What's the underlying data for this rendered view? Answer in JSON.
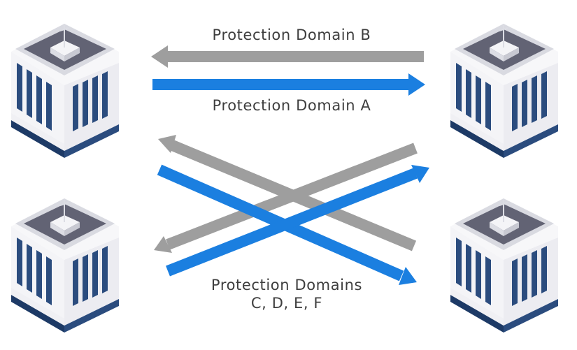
{
  "labels": {
    "domain_b": "Protection Domain B",
    "domain_a": "Protection Domain A",
    "domains_multi_line1": "Protection Domains",
    "domains_multi_line2": "C, D, E, F"
  },
  "colors": {
    "arrow_blue": "#1b7fe0",
    "arrow_gray": "#9e9e9e",
    "building_light": "#f3f3f6",
    "building_mid": "#dcdde4",
    "building_roof": "#5f6070",
    "building_window": "#2b4c7e",
    "building_band": "#1d3a66"
  },
  "icons": [
    "datacenter-building-icon"
  ]
}
